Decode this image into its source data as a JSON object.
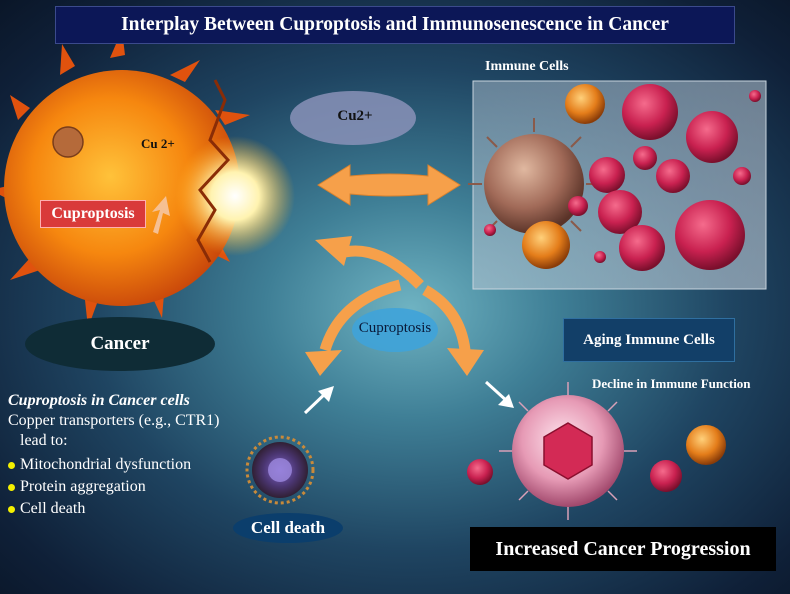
{
  "title": "Interplay Between Cuproptosis and Immunosenescence in Cancer",
  "labels": {
    "immune_cells": "Immune Cells",
    "cu2_bubble": "Cu2+",
    "cu2_sun": "Cu 2+",
    "cuproptosis_sun": "Cuproptosis",
    "cancer": "Cancer",
    "cuproptosis_center": "Cuproptosis",
    "aging_immune_cells": "Aging Immune Cells",
    "decline_immune_function": "Decline in Immune Function",
    "cell_death": "Cell death",
    "increased_progression": "Increased Cancer Progression"
  },
  "info": {
    "heading": "Cuproptosis in Cancer cells",
    "line1": "Copper transporters (e.g., CTR1)",
    "line2": "lead to:",
    "bullets": [
      "Mitochondrial dysfunction",
      "Protein aggregation",
      "Cell death"
    ]
  },
  "colors": {
    "title_bg": "#0c1757",
    "sun": "#f08a10",
    "arrow": "#f6a04a",
    "virus": "#d8315b",
    "bullet": "#f4f000"
  }
}
